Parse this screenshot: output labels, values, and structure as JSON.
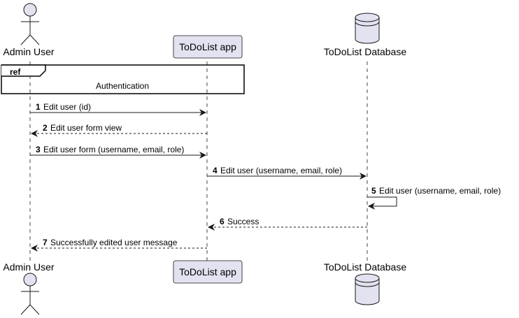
{
  "participants": {
    "admin": {
      "name": "Admin User"
    },
    "app": {
      "name": "ToDoList app"
    },
    "db": {
      "name": "ToDoList Database"
    }
  },
  "ref": {
    "tag": "ref",
    "text": "Authentication"
  },
  "messages": [
    {
      "num": "1",
      "text": "Edit user (id)",
      "from": "admin",
      "to": "app",
      "style": "solid"
    },
    {
      "num": "2",
      "text": "Edit user form view",
      "from": "app",
      "to": "admin",
      "style": "dashed"
    },
    {
      "num": "3",
      "text": "Edit user form (username, email, role)",
      "from": "admin",
      "to": "app",
      "style": "solid"
    },
    {
      "num": "4",
      "text": "Edit user  (username, email, role)",
      "from": "app",
      "to": "db",
      "style": "solid"
    },
    {
      "num": "5",
      "text": "Edit user  (username, email, role)",
      "from": "db",
      "to": "db",
      "style": "solid"
    },
    {
      "num": "6",
      "text": "Success",
      "from": "db",
      "to": "app",
      "style": "dashed"
    },
    {
      "num": "7",
      "text": "Successfully edited user message",
      "from": "app",
      "to": "admin",
      "style": "dashed"
    }
  ],
  "colors": {
    "participant_fill": "#e2e2f0",
    "participant_stroke": "#181818",
    "lifeline": "#181818",
    "arrow": "#181818"
  }
}
